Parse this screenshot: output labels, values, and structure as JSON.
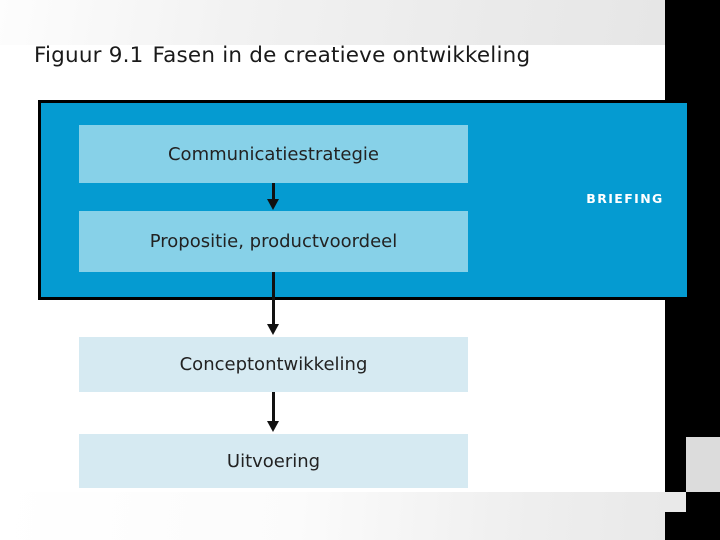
{
  "figure": {
    "number": "Figuur 9.1",
    "title": "Fasen in de creatieve ontwikkeling"
  },
  "briefing": {
    "label": "BRIEFING",
    "panel_color": "#059bd1",
    "border_color": "#000000",
    "label_color": "#ffffff"
  },
  "stages": [
    {
      "id": "communicatiestrategie",
      "label": "Communicatiestrategie",
      "group": "briefing",
      "fill": "#87d1e8"
    },
    {
      "id": "propositie",
      "label": "Propositie, productvoordeel",
      "group": "briefing",
      "fill": "#87d1e8"
    },
    {
      "id": "conceptontwikkeling",
      "label": "Conceptontwikkeling",
      "group": "uitwerking",
      "fill": "#d6eaf2"
    },
    {
      "id": "uitvoering",
      "label": "Uitvoering",
      "group": "uitwerking",
      "fill": "#d6eaf2"
    }
  ],
  "flow": {
    "arrows": [
      {
        "from": "communicatiestrategie",
        "to": "propositie"
      },
      {
        "from": "propositie",
        "to": "conceptontwikkeling"
      },
      {
        "from": "conceptontwikkeling",
        "to": "uitvoering"
      }
    ],
    "arrow_color": "#111111"
  },
  "decor": {
    "rail_color": "#000000",
    "band_color": "#eaeaea",
    "accent_color": "#dcdcdc"
  }
}
